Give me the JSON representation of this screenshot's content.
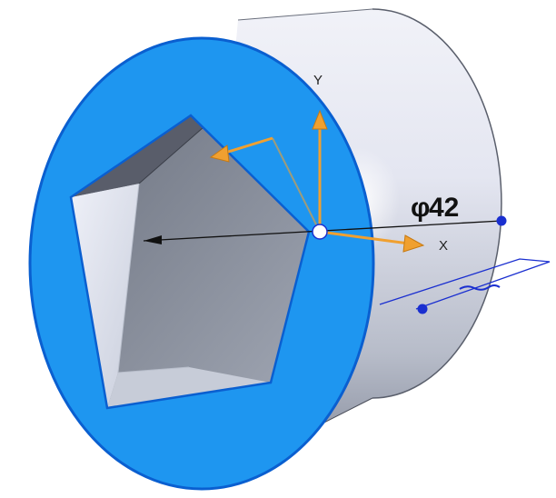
{
  "viewport": {
    "dimension": {
      "symbol": "φ",
      "value": "42"
    },
    "triad": {
      "y_label": "Y",
      "x_label": "X"
    }
  },
  "colors": {
    "selected_face": "#1e96f0",
    "selected_edge": "#0a5fd0",
    "triad_arrow": "#f0a030",
    "handle_blue": "#1a2fd0",
    "body_light": "#e7e9f3",
    "body_dark": "#858b9a",
    "pocket_wall_light": "#e2e6f2",
    "pocket_floor": "#858b97"
  }
}
